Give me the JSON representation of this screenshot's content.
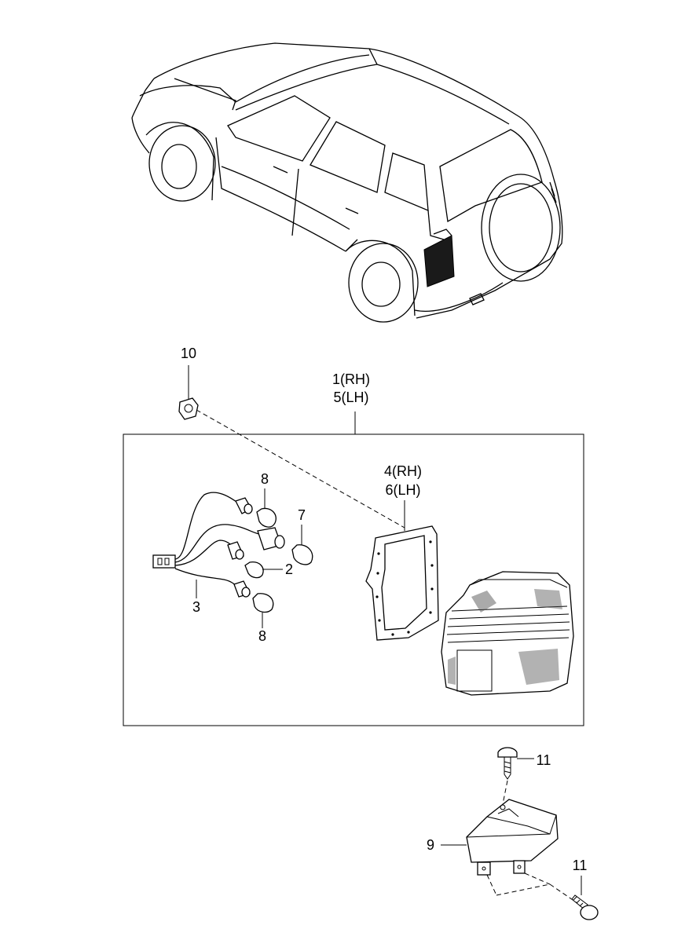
{
  "callouts": {
    "p10": "10",
    "p1": "1(RH)",
    "p5": "5(LH)",
    "p4": "4(RH)",
    "p6": "6(LH)",
    "p8a": "8",
    "p7": "7",
    "p2": "2",
    "p3": "3",
    "p8b": "8",
    "p11a": "11",
    "p9": "9",
    "p11b": "11"
  },
  "colors": {
    "line": "#000000",
    "background": "#ffffff",
    "lamp_shade": "#1a1a1a"
  }
}
